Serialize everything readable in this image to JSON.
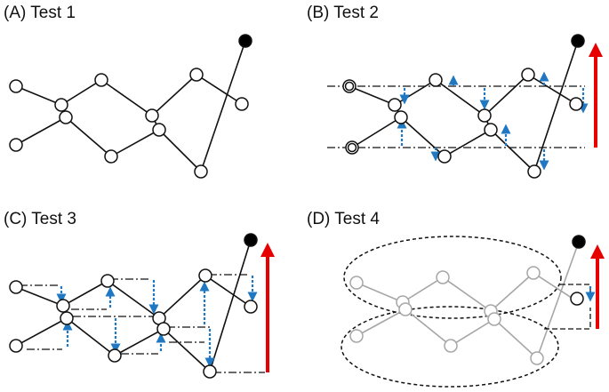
{
  "panels": {
    "a": {
      "title": "(A) Test 1"
    },
    "b": {
      "title": "(B) Test 2"
    },
    "c": {
      "title": "(C) Test 3"
    },
    "d": {
      "title": "(D) Test 4"
    }
  },
  "colors": {
    "edge": "#111111",
    "node_fill": "#ffffff",
    "tip_node_fill": "#000000",
    "dashed_arrow": "#1f78c1",
    "height_arrow": "#e60000",
    "faded_graph": "#a6a6a6",
    "guide_line": "#111111"
  }
}
